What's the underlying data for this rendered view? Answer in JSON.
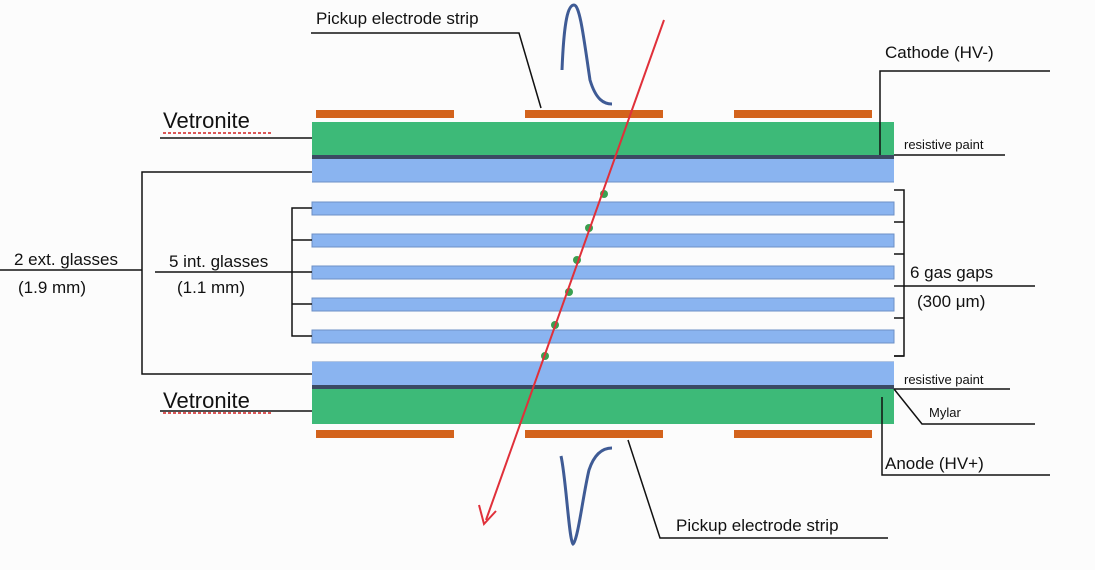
{
  "labels": {
    "pickup_top": "Pickup electrode strip",
    "pickup_bottom": "Pickup electrode strip",
    "cathode": "Cathode (HV-)",
    "anode": "Anode (HV+)",
    "resistive_top": "resistive paint",
    "resistive_bottom": "resistive paint",
    "mylar": "Mylar",
    "vetronite_top": "Vetronite",
    "vetronite_bottom": "Vetronite",
    "ext_glasses": "2 ext. glasses",
    "ext_glasses_thickness": "(1.9 mm)",
    "int_glasses": "5 int. glasses",
    "int_glasses_thickness": "(1.1 mm)",
    "gas_gaps": "6 gas gaps",
    "gas_gaps_thickness": "(300 μm)"
  },
  "colors": {
    "vetronite": "#3dba78",
    "glass": "#8ab4f0",
    "glass_edge": "#6d8fc6",
    "paint": "#3b4a63",
    "strip": "#d3631c",
    "track": "#e0303a",
    "signal": "#3f5b95",
    "avalanche": "#3aa050",
    "leader": "#111111",
    "spellcheck": "#d02020"
  }
}
